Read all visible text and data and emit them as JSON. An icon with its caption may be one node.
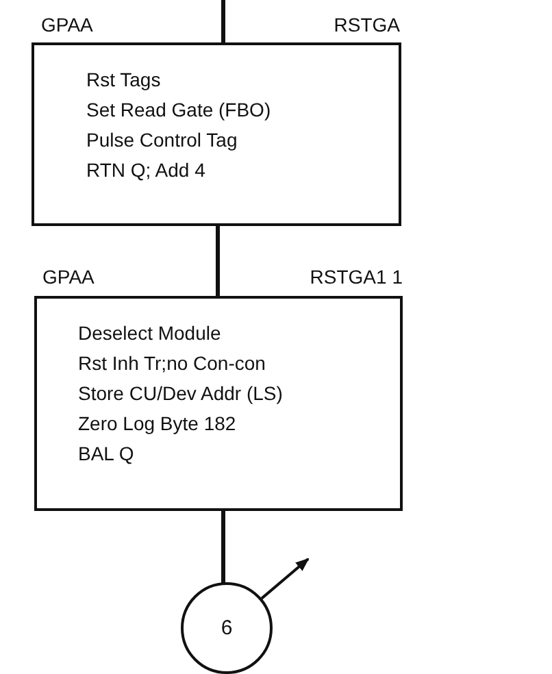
{
  "diagram": {
    "nodes": [
      {
        "text": [
          "Rst Tags",
          "Set Read Gate (FBO)",
          "Pulse Control Tag",
          "RTN Q; Add 4"
        ],
        "beside": [
          "GPAA",
          "RSTGA"
        ]
      },
      {
        "text": [
          "Deselect Module",
          "Rst Inh Tr;no Con-con",
          "Store CU/Dev Addr (LS)",
          "Zero Log Byte 182",
          "BAL Q"
        ],
        "beside": [
          "GPAA",
          "RSTGA1 1"
        ]
      },
      {
        "text": [
          "6"
        ]
      }
    ],
    "edges": [
      {
        "from": null,
        "to": 0,
        "arrow": "none"
      },
      {
        "from": 0,
        "to": 1,
        "arrow": "none"
      },
      {
        "from": 1,
        "to": 2,
        "arrow": "none"
      },
      {
        "from": 2,
        "to": null,
        "arrow": "to"
      }
    ]
  }
}
